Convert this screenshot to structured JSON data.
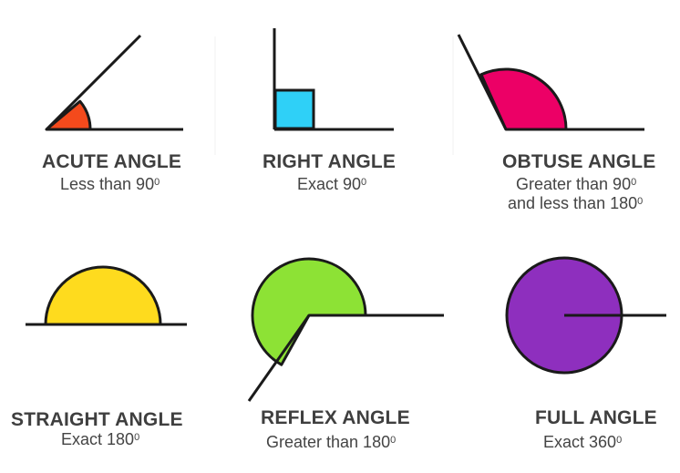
{
  "colors": {
    "line": "#1a1a1a",
    "acute": "#f44a1c",
    "right": "#2fd0f7",
    "obtuse": "#ec0066",
    "straight": "#fedb1e",
    "reflex": "#8de235",
    "full": "#8e2fbe"
  },
  "angles": [
    {
      "title": "ACUTE ANGLE",
      "desc": "Less than 90",
      "sup": "0"
    },
    {
      "title": "RIGHT ANGLE",
      "desc": "Exact 90",
      "sup": "0"
    },
    {
      "title": "OBTUSE ANGLE",
      "desc": "Greater than 90",
      "sup": "0",
      "desc2": "and less than 180",
      "sup2": "0"
    },
    {
      "title": "STRAIGHT ANGLE",
      "desc": "Exact 180",
      "sup": "0"
    },
    {
      "title": "REFLEX ANGLE",
      "desc": "Greater than 180",
      "sup": "0"
    },
    {
      "title": "FULL ANGLE",
      "desc": "Exact 360",
      "sup": "0"
    }
  ]
}
